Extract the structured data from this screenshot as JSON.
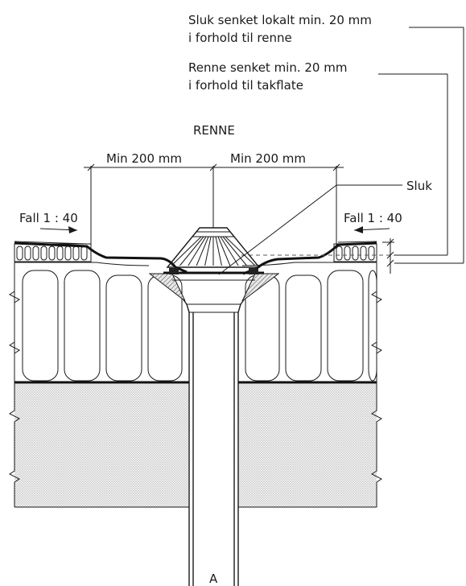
{
  "labels": {
    "sluk_line1": "Sluk senket lokalt min. 20 mm",
    "sluk_line2": "i forhold til renne",
    "renne_line1": "Renne senket min. 20 mm",
    "renne_line2": "i forhold til takflate",
    "renne": "RENNE",
    "dim_left": "Min 200 mm",
    "dim_right": "Min 200 mm",
    "sluk": "Sluk",
    "fall_left": "Fall 1 : 40",
    "fall_right": "Fall 1 : 40",
    "bottom_mark": "A"
  }
}
